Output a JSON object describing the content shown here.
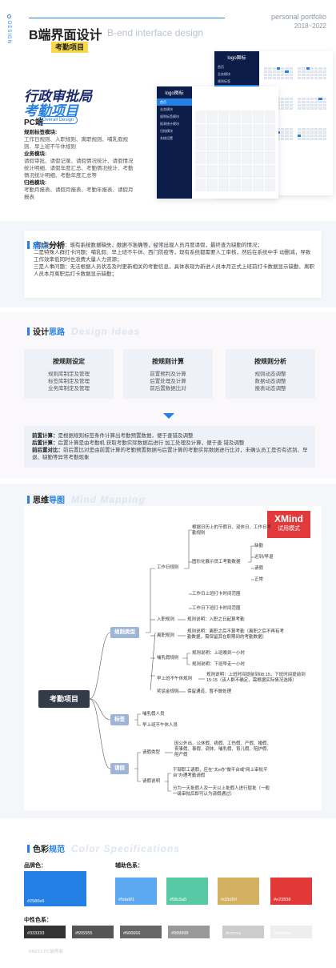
{
  "header": {
    "vertical_label": "DESIGN",
    "title_cn": "B端界面设计",
    "title_en": "B-end interface design",
    "tag": "考勤项目",
    "portfolio": "personal portfolio",
    "years": "2018~2022"
  },
  "hero": {
    "line1": "行政审批局",
    "line2": "考勤项目",
    "platform": "PC端",
    "pill": "Overall Design",
    "rules": [
      {
        "h": "规则标签模块:",
        "t": "工作日规则、入职规则、离职规则、哺乳假规则、早上班不午休规则"
      },
      {
        "h": "业务模块:",
        "t": "请假审批、请假记录、请假情况统计、请假情况统计明细、请假年度汇总、考勤情况统计、考勤情况统计明细、考勤年度汇总等"
      },
      {
        "h": "归档模块:",
        "t": "考勤月报表、请假月报表、考勤年报表、请假月报表"
      }
    ],
    "mock_logo": "logo图标"
  },
  "pain": {
    "title_a": "痛点",
    "title_b": "分析",
    "title_en": "Pain Point Analysis",
    "lines": [
      "一是数据问题：现有系统数据缺失、数据不准确等，经常出现人员月度请假，最终查为缺勤的情况；",
      "二是特殊人群打卡问题：哺乳假、早上班不午休、西门防疫等，现有系统都需要人工审核，然后在系统中手 动删减，导致工作效率低同时也浪费大量人力资源；",
      "三是人事问题：无法根据人员状态及时更新相关的考勤信息，具体表现为新进人员本月正式上班前打卡数据显示缺勤、离职人员本月离职后打卡数据显示缺勤；"
    ]
  },
  "ideas": {
    "title_a": "设计",
    "title_b": "思路",
    "title_en": "Design Ideas",
    "cards": [
      {
        "t": "按规则设定",
        "l": [
          "规则库制定及管理",
          "标签库制定及管理",
          "业务库制定及管理"
        ]
      },
      {
        "t": "按规则计算",
        "l": [
          "前置预判及计算",
          "后置处理及计算",
          "前后置数据比对"
        ]
      },
      {
        "t": "按规则分析",
        "l": [
          "规则动态调整",
          "数据动态调整",
          "报表动态调整"
        ]
      }
    ],
    "box": [
      {
        "k": "前置计算：",
        "v": "是根据规则标签条件计算出考勤预置数据，便于查错及调整"
      },
      {
        "k": "后置计算：",
        "v": "后置计算是由考勤机 获取考勤实际数据后进行 加工处理及计算，便于查 错及调整"
      },
      {
        "k": "前后置对比：",
        "v": "前后置比对是由前置计算的考勤预置数据与后置计算的考勤实际数据进行比对，未确认员工是否有迟到、早退、缺勤等异常考勤现象"
      }
    ]
  },
  "mind": {
    "title_a": "思维",
    "title_b": "导图",
    "title_en": "Mind Mapping",
    "xmind_a": "XMind",
    "xmind_b": "试用模式",
    "root": "考勤项目",
    "l1": [
      "规则类型",
      "标签",
      "请假"
    ],
    "leaves": {
      "a": "根据日历上的节假日、双休日、工作日考勤规则",
      "b": "工作日规则",
      "c": "图形化展示员工考勤数据",
      "d": "缺勤",
      "e": "迟到/早退",
      "f": "请假",
      "g": "正常",
      "h": "工作日上班打卡时间范围",
      "i": "工作日下班打卡时间范围",
      "j": "入职规则",
      "k": "规则说明：入职之日起算考勤",
      "l": "离职规则",
      "m": "规则说明：离职之后不算考勤（离职之后不再有考勤数据，需保留其在职期间的考勤数据）",
      "n": "哺乳假规则",
      "o": "规则说明：上班晚到一小时",
      "p": "规则说明：下班早走一小时",
      "q": "早上班不午休规则",
      "r": "规则说明：上班时间提前到08:15，下班时间提前到15:15（该人群不确定，需根据实际情况选择）",
      "s": "奖惩金规则",
      "t": "保留通道，暂不做处理",
      "u": "哺乳假人员",
      "v": "早上班不午休人员",
      "w": "请假类型",
      "x": "因公外出、公休假、病假、工伤假、产假、婚假、丧事假、事假、调休、哺乳假、育儿假、陪护假、陪产假",
      "y": "请假说明",
      "z": "干部职工请假，应在“太e办”微平台或“网上审批平台”办理考勤请假",
      "z2": "分为一天批假人及一天以上批假人进行层批（一般一级审批后即可认为请假通过）"
    }
  },
  "colors": {
    "title_a": "色彩",
    "title_b": "规范",
    "title_en": "Color Specifications",
    "brand_label": "品牌色：",
    "aux_label": "辅助色系：",
    "neutral_label": "中性色系：",
    "brand": "#2580e6",
    "aux": [
      "#5da9f1",
      "#58c9a5",
      "#d2b05f",
      "#e23838"
    ],
    "neutral": [
      "#333333",
      "#555555",
      "#666666",
      "#999999",
      "#cccccc",
      "#eeeeee"
    ]
  },
  "footer": "PART2.PC端界面"
}
